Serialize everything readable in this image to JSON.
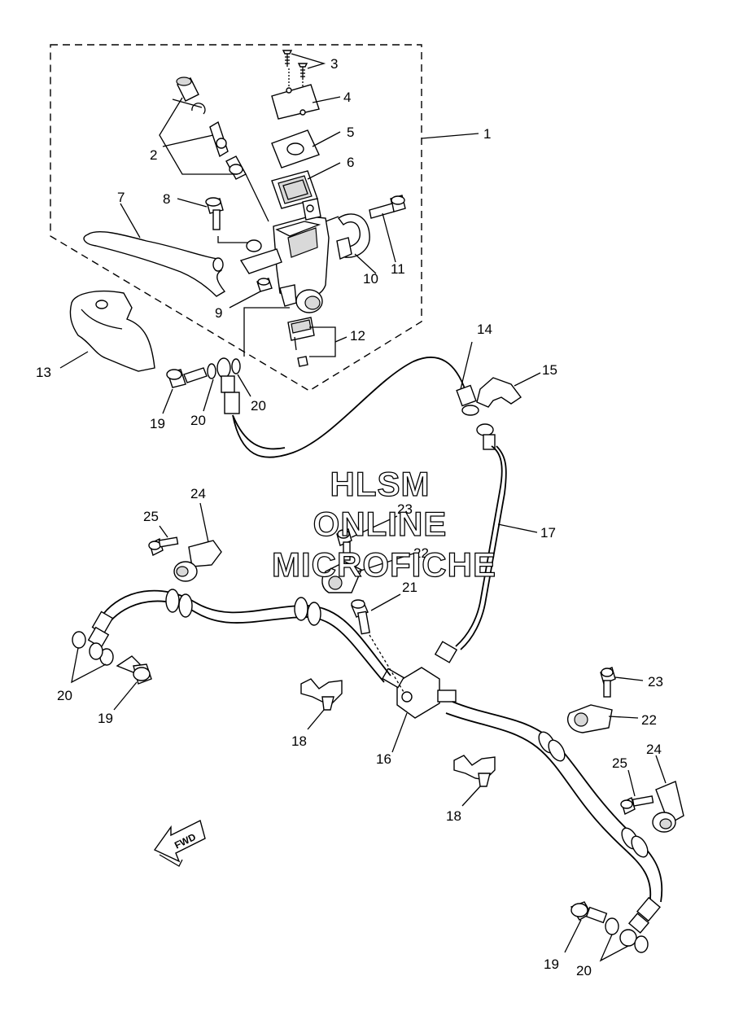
{
  "diagram": {
    "callouts": {
      "n1": "1",
      "n2": "2",
      "n3": "3",
      "n4": "4",
      "n5": "5",
      "n6": "6",
      "n7": "7",
      "n8": "8",
      "n9": "9",
      "n10": "10",
      "n11": "11",
      "n12": "12",
      "n13": "13",
      "n14": "14",
      "n15": "15",
      "n16": "16",
      "n17": "17",
      "n18a": "18",
      "n18b": "18",
      "n19a": "19",
      "n19b": "19",
      "n19c": "19",
      "n20a": "20",
      "n20b": "20",
      "n20c": "20",
      "n20d": "20",
      "n21": "21",
      "n22a": "22",
      "n22b": "22",
      "n23a": "23",
      "n23b": "23",
      "n24a": "24",
      "n24b": "24",
      "n25a": "25",
      "n25b": "25"
    },
    "direction_arrow": "FWD"
  },
  "watermark": {
    "line1": "HLSM",
    "line2": "ONLINE",
    "line3": "MICROFICHE"
  }
}
